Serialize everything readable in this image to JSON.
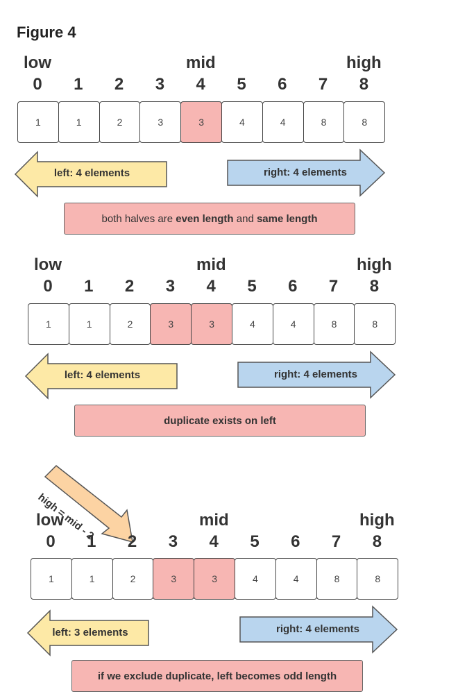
{
  "figure_title": "Figure 4",
  "colors": {
    "highlight": "#f7b6b3",
    "left_arrow": "#fde9a6",
    "right_arrow": "#b9d5ee",
    "note_bg": "#f7b6b3",
    "diag_arrow": "#fcd3a3"
  },
  "sections": [
    {
      "low": "low",
      "mid": "mid",
      "high": "high",
      "indices": [
        "0",
        "1",
        "2",
        "3",
        "4",
        "5",
        "6",
        "7",
        "8"
      ],
      "values": [
        "1",
        "1",
        "2",
        "3",
        "3",
        "4",
        "4",
        "8",
        "8"
      ],
      "highlighted": [
        4
      ],
      "left_arrow": "left: 4 elements",
      "right_arrow": "right: 4 elements",
      "note_parts": [
        "both halves are ",
        "even length",
        " and ",
        "same length"
      ]
    },
    {
      "low": "low",
      "mid": "mid",
      "high": "high",
      "indices": [
        "0",
        "1",
        "2",
        "3",
        "4",
        "5",
        "6",
        "7",
        "8"
      ],
      "values": [
        "1",
        "1",
        "2",
        "3",
        "3",
        "4",
        "4",
        "8",
        "8"
      ],
      "highlighted": [
        3,
        4
      ],
      "left_arrow": "left: 4 elements",
      "right_arrow": "right: 4 elements",
      "note": "duplicate exists on left"
    },
    {
      "low": "low",
      "mid": "mid",
      "high": "high",
      "indices": [
        "0",
        "1",
        "2",
        "3",
        "4",
        "5",
        "6",
        "7",
        "8"
      ],
      "values": [
        "1",
        "1",
        "2",
        "3",
        "3",
        "4",
        "4",
        "8",
        "8"
      ],
      "highlighted": [
        3,
        4
      ],
      "left_arrow": "left: 3 elements",
      "right_arrow": "right: 4 elements",
      "note": "if we exclude duplicate, left becomes odd length",
      "diag_arrow_label": "high = mid - 2"
    }
  ]
}
